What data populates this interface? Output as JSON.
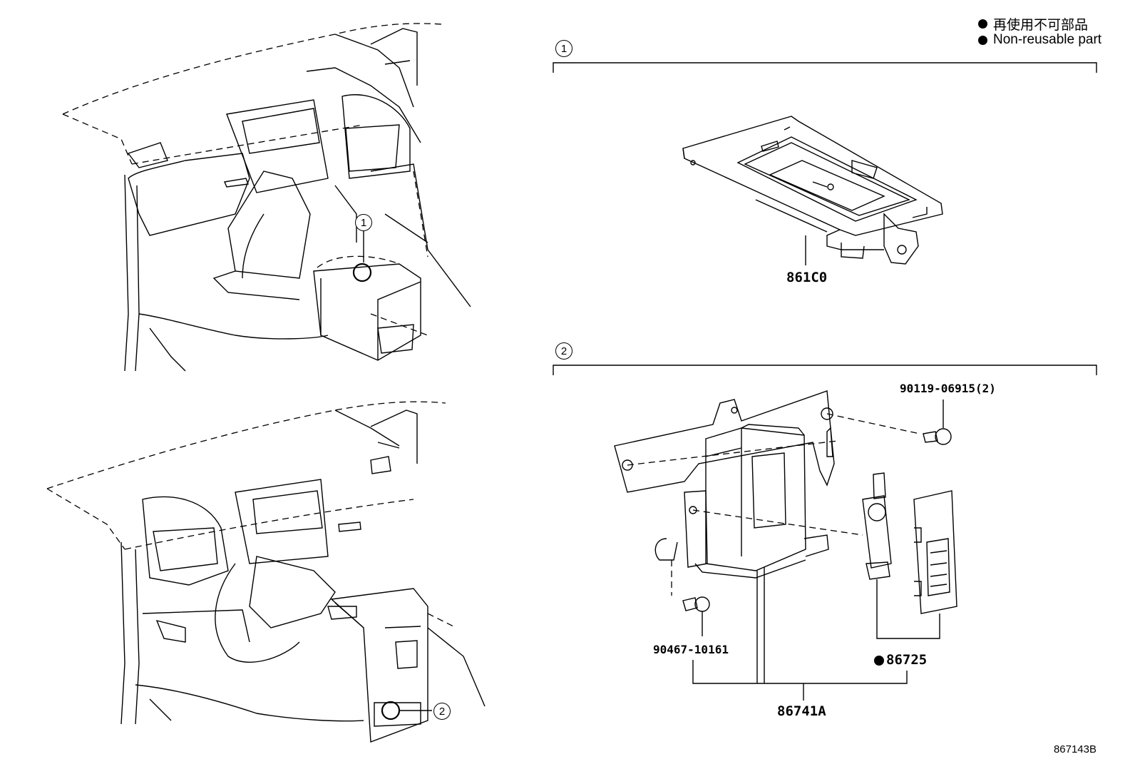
{
  "legend": {
    "jp": "再使用不可部品",
    "en": "Non-reusable part"
  },
  "callouts": {
    "c1": "1",
    "c2": "2"
  },
  "sections": {
    "s1": "1",
    "s2": "2"
  },
  "parts": {
    "p861c0": "861C0",
    "p90119": "90119-06915(2)",
    "p90467": "90467-10161",
    "p86725": "86725",
    "p86741a": "86741A"
  },
  "diagram_ref": "867143B"
}
